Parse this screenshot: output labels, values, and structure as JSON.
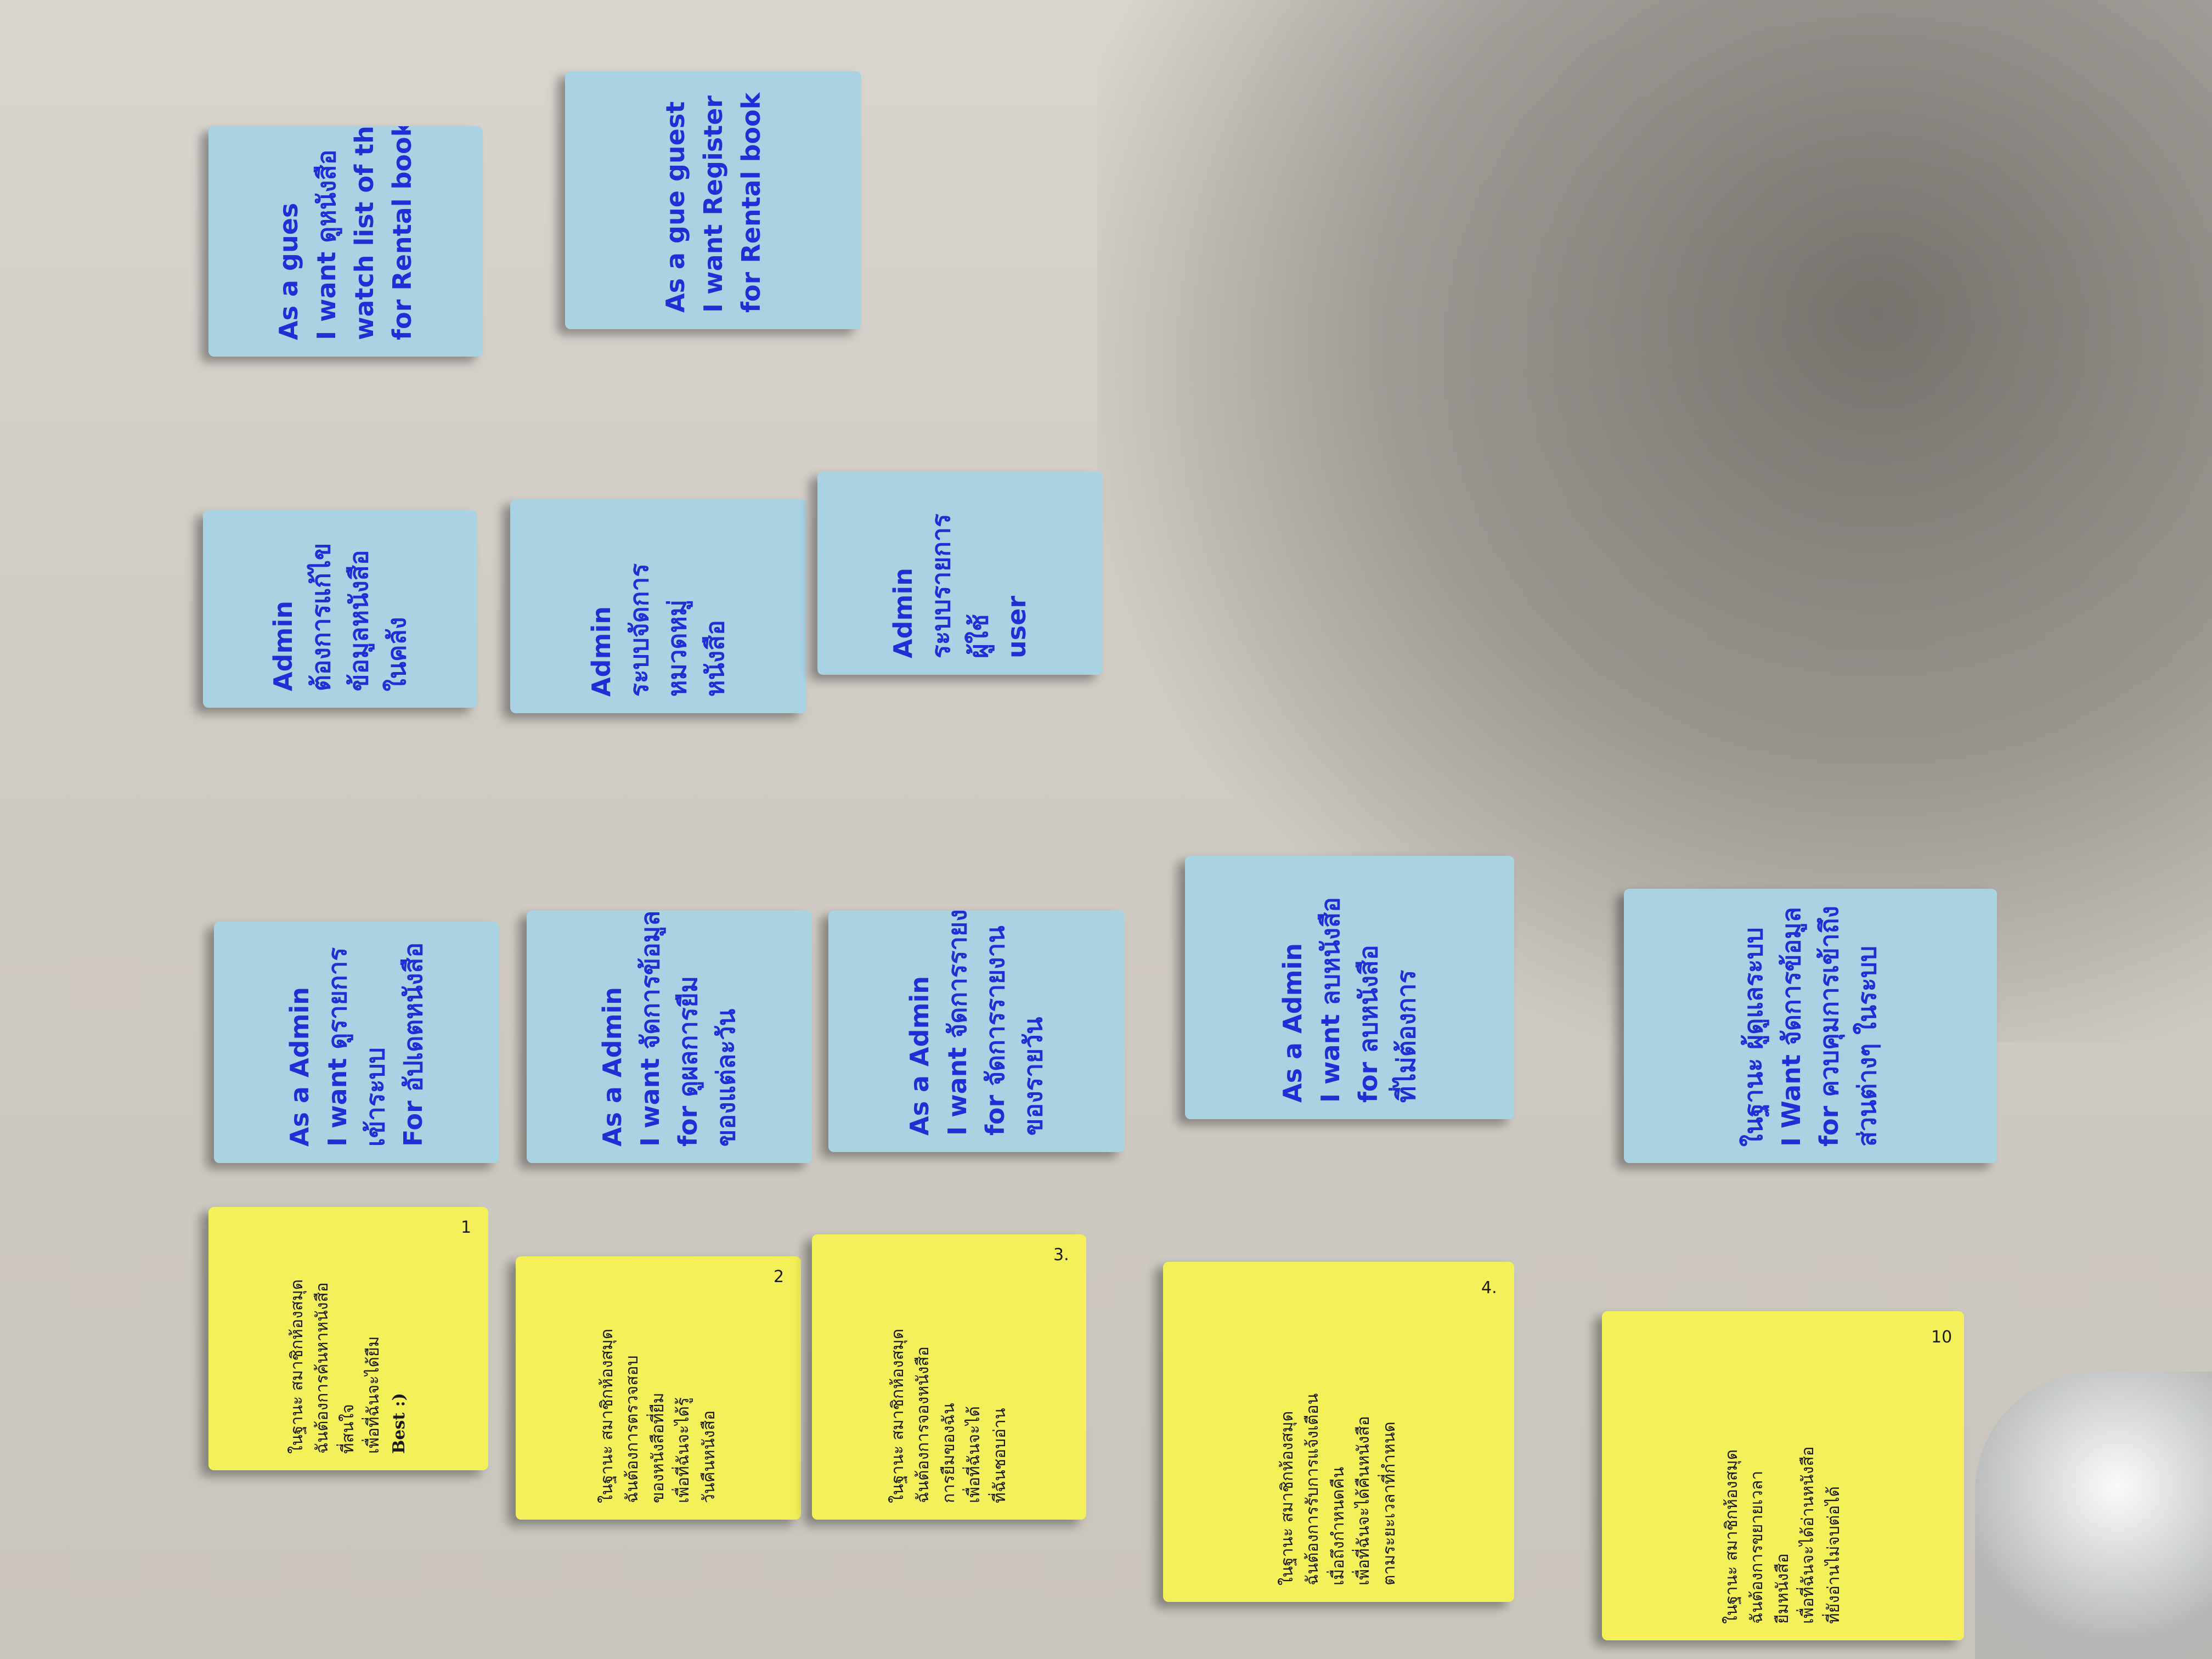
{
  "notes": [
    {
      "id": "n1",
      "lines": [
        "As a gues",
        "I want ดูหนังสือ",
        "watch list of the",
        "for Rental book"
      ]
    },
    {
      "id": "n2",
      "lines": [
        "As a gue guest",
        "I want Register",
        "for Rental book"
      ]
    },
    {
      "id": "n3",
      "lines": [
        "Admin",
        "ต้องการแก้ไข",
        "ข้อมูลหนังสือ",
        "ในคลัง"
      ]
    },
    {
      "id": "n4",
      "lines": [
        "Admin",
        "ระบบจัดการ",
        "หมวดหมู่",
        "หนังสือ"
      ]
    },
    {
      "id": "n5",
      "lines": [
        "Admin",
        "ระบบรายการ",
        "ผู้ใช้",
        "user"
      ]
    },
    {
      "id": "n6",
      "lines": [
        "As a Admin",
        "I want ดูรายการ",
        "เข้าระบบ",
        "For อัปเดตหนังสือ"
      ]
    },
    {
      "id": "n7",
      "lines": [
        "As a Admin",
        "I want จัดการข้อมูล",
        "for ดูผลการยืม",
        "ของแต่ละวัน"
      ]
    },
    {
      "id": "n8",
      "lines": [
        "As a Admin",
        "I want จัดการรายงาน",
        "for จัดการรายงาน",
        "ของรายวัน"
      ]
    },
    {
      "id": "n9",
      "lines": [
        "As a Admin",
        "I want ลบหนังสือ",
        "for ลบหนังสือ",
        "ที่ไม่ต้องการ"
      ]
    },
    {
      "id": "n10",
      "lines": [
        "ในฐานะ ผู้ดูแลระบบ",
        "I Want จัดการข้อมูล",
        "for ควบคุมการเข้าถึง",
        "ส่วนต่างๆ ในระบบ"
      ]
    },
    {
      "id": "n11",
      "num": "1",
      "lines": [
        "ในฐานะ สมาชิกห้องสมุด",
        "ฉันต้องการค้นหาหนังสือ",
        "ที่สนใจ",
        "เพื่อที่ฉันจะได้ยืม",
        "Best :)"
      ]
    },
    {
      "id": "n12",
      "num": "2",
      "lines": [
        "ในฐานะ สมาชิกห้องสมุด",
        "ฉันต้องการตรวจสอบ",
        "ของหนังสือที่ยืม",
        "เพื่อที่ฉันจะได้รู้",
        "วันคืนหนังสือ"
      ]
    },
    {
      "id": "n13",
      "num": "3.",
      "lines": [
        "ในฐานะ สมาชิกห้องสมุด",
        "ฉันต้องการจองหนังสือ",
        "การยืมของฉัน",
        "เพื่อที่ฉันจะได้",
        "ที่ฉันชอบอ่าน"
      ]
    },
    {
      "id": "n14",
      "num": "4.",
      "lines": [
        "ในฐานะ สมาชิกห้องสมุด",
        "ฉันต้องการรับการแจ้งเตือน",
        "เมื่อถึงกำหนดคืน",
        "เพื่อที่ฉันจะได้คืนหนังสือ",
        "ตามระยะเวลาที่กำหนด"
      ]
    },
    {
      "id": "n15",
      "num": "10",
      "lines": [
        "ในฐานะ สมาชิกห้องสมุด",
        "ฉันต้องการขยายเวลา",
        "ยืมหนังสือ",
        "เพื่อที่ฉันจะได้อ่านหนังสือ",
        "ที่ยังอ่านไม่จบต่อได้"
      ]
    }
  ]
}
